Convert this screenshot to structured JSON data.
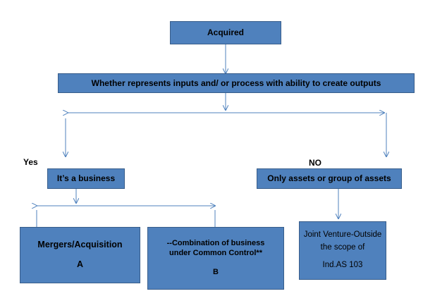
{
  "nodes": {
    "acquired": "Acquired",
    "question": "Whether represents inputs and/ or process with ability to create outputs",
    "business": "It’s a business",
    "assets": "Only assets or group of assets",
    "mergers": {
      "line1": "Mergers/Acquisition",
      "line2": "A"
    },
    "common_control": {
      "line1": "--Combination of business",
      "line2": "under Common Control**",
      "line3": "B"
    },
    "joint_venture": {
      "line1": "Joint Venture-Outside",
      "line2": "the scope of",
      "line3": "Ind.AS 103"
    }
  },
  "labels": {
    "yes": "Yes",
    "no": "NO"
  },
  "colors": {
    "box_fill": "#4f81bd",
    "box_border": "#385d8a",
    "line": "#4f81bd"
  }
}
